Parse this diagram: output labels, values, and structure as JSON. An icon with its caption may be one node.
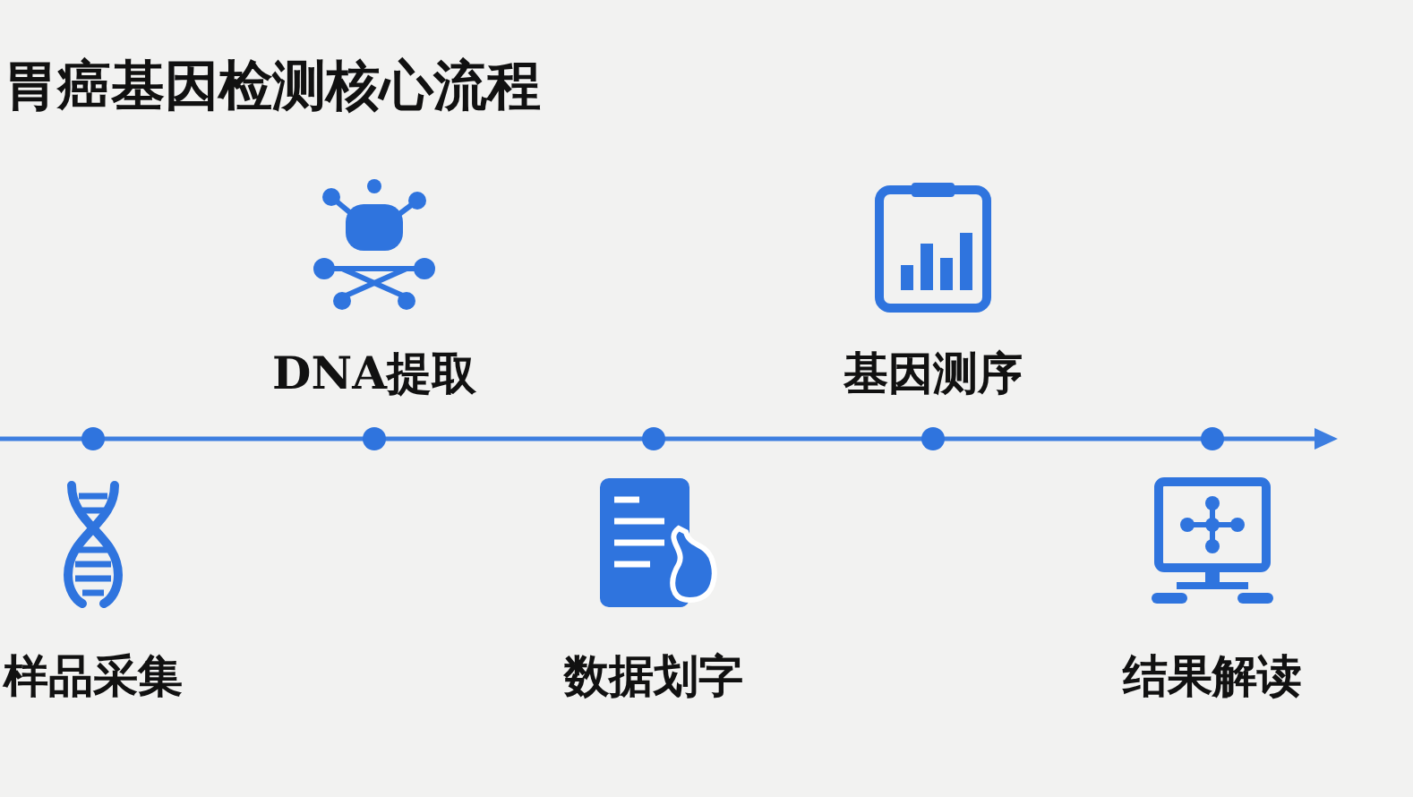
{
  "diagram": {
    "title": "胃癌基因检测核心流程",
    "nodes": [
      {
        "text": [
          "样品采集"
        ]
      },
      {
        "text": [
          "DNA提取"
        ]
      },
      {
        "text": [
          "数据划字"
        ]
      },
      {
        "text": [
          "基因测序"
        ]
      },
      {
        "text": [
          "结果解读"
        ]
      }
    ],
    "edges": []
  }
}
